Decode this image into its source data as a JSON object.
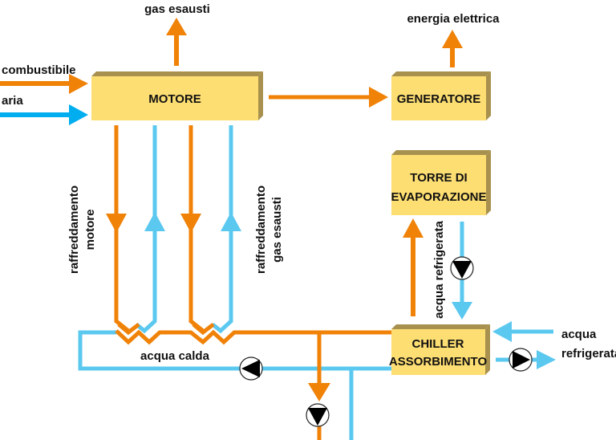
{
  "colors": {
    "hot": "#F08208",
    "cold": "#5BC8F0",
    "air": "#00AEEF",
    "box_face": "#FDDE72",
    "box_side": "#A8914E",
    "text": "#111111"
  },
  "boxes": {
    "motore": "MOTORE",
    "generatore": "GENERATORE",
    "torre": [
      "TORRE DI",
      "EVAPORAZIONE"
    ],
    "chiller": [
      "CHILLER",
      "ASSORBIMENTO"
    ]
  },
  "labels": {
    "gas_esausti": "gas esausti",
    "energia_elettrica": "energia elettrica",
    "combustibile": "combustibile",
    "aria": "aria",
    "raffreddamento_motore": [
      "raffreddamento",
      "motore"
    ],
    "raffreddamento_gas": [
      "raffreddamento",
      "gas esausti"
    ],
    "acqua_calda": "acqua calda",
    "acqua_refrigerata_vertical": "acqua refrigerata",
    "acqua_refrigerata_right": [
      "acqua",
      "refrigerata"
    ]
  },
  "icons": {
    "pump": "pump-symbol",
    "arrow": "flow-arrow",
    "heat_exchanger": "heat-exchanger-zigzag"
  }
}
